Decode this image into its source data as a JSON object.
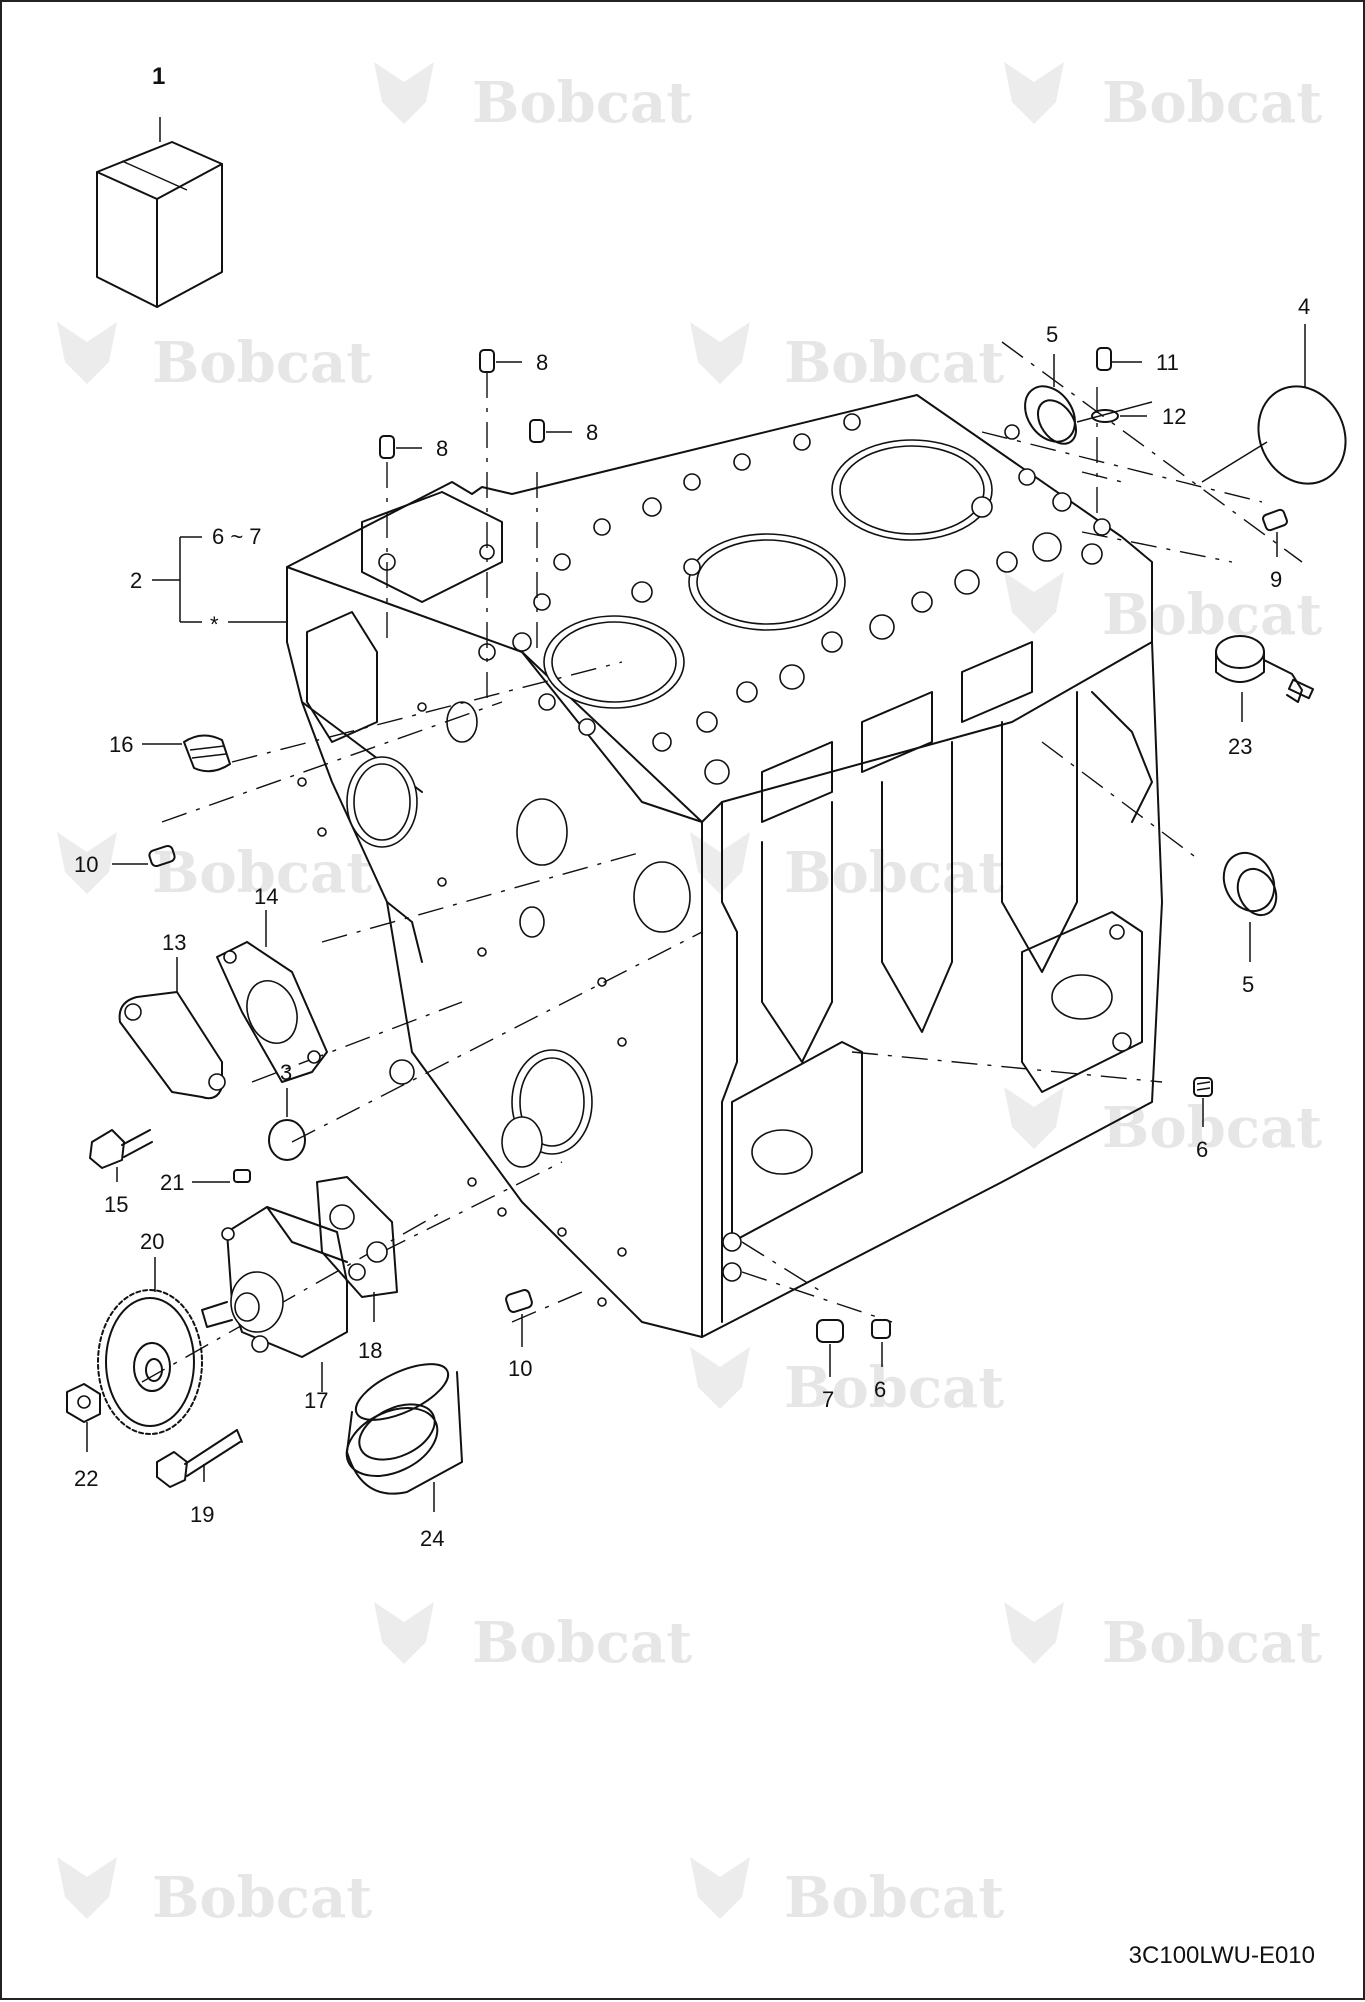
{
  "watermark": {
    "brand": "Bobcat"
  },
  "callouts": {
    "c1": "1",
    "c2": "2",
    "c3": "3",
    "c4": "4",
    "c5a": "5",
    "c5b": "5",
    "c6a": "6",
    "c6b": "6",
    "c7": "7",
    "c8a": "8",
    "c8b": "8",
    "c8c": "8",
    "c9": "9",
    "c10a": "10",
    "c10b": "10",
    "c11": "11",
    "c12": "12",
    "c13": "13",
    "c14": "14",
    "c15": "15",
    "c16": "16",
    "c17": "17",
    "c18": "18",
    "c19": "19",
    "c20": "20",
    "c21": "21",
    "c22": "22",
    "c23": "23",
    "c24": "24",
    "c6to7": "6 ~ 7",
    "star": "*"
  },
  "diagram_code": "3C100LWU-E010"
}
